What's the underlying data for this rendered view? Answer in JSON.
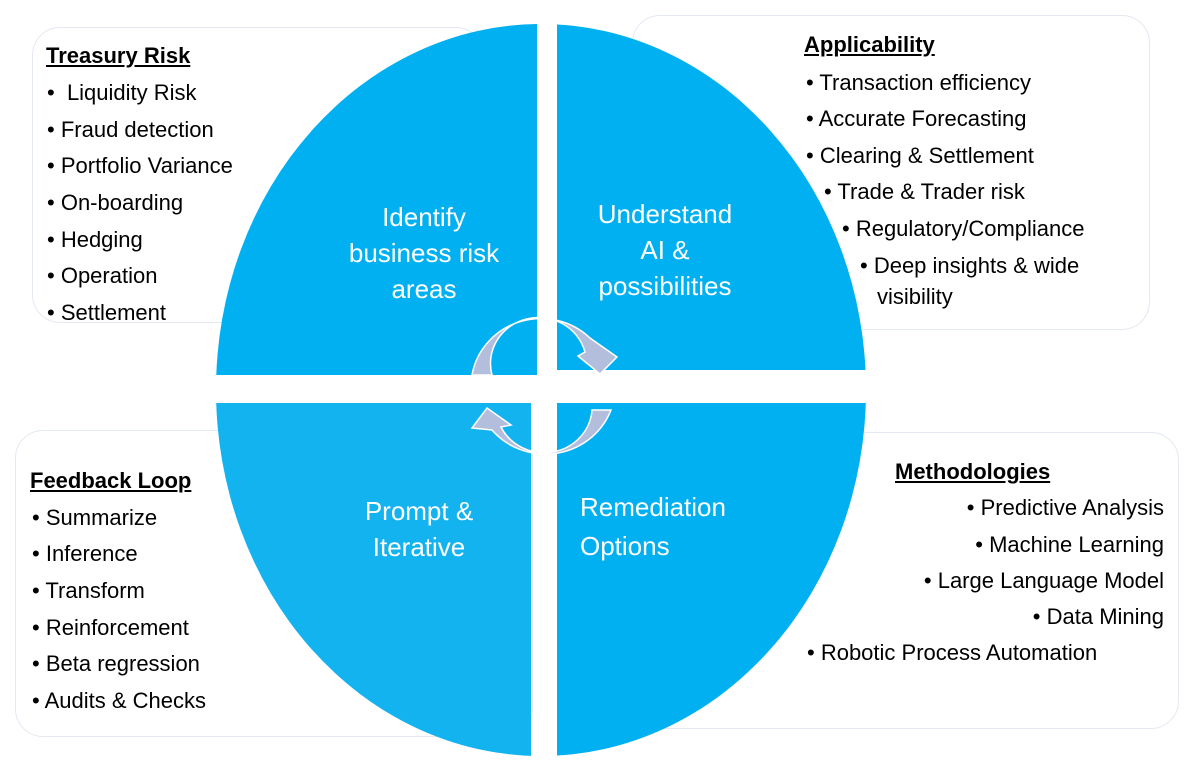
{
  "colors": {
    "quadrant": "#00b0f0",
    "quadrant_light": "#12b3ef",
    "arrow": "#b3bddc",
    "box_border": "#e3e8f2"
  },
  "quadrants": {
    "top_left": [
      "Identify",
      "business risk",
      "areas"
    ],
    "top_right": [
      "Understand",
      "AI &",
      "possibilities"
    ],
    "bottom_left": [
      "Prompt &",
      "Iterative"
    ],
    "bottom_right": [
      "Remediation",
      "Options"
    ]
  },
  "treasury": {
    "title": "Treasury Risk",
    "items": [
      "Liquidity Risk",
      "Fraud detection",
      "Portfolio Variance",
      "On-boarding",
      "Hedging",
      "Operation",
      "Settlement"
    ]
  },
  "applicability": {
    "title": "Applicability",
    "items": [
      "Transaction efficiency",
      "Accurate Forecasting",
      "Clearing & Settlement",
      "Trade & Trader risk",
      "Regulatory/Compliance",
      "Deep insights & wide",
      "visibility"
    ]
  },
  "feedback": {
    "title": "Feedback Loop",
    "items": [
      "Summarize",
      "Inference",
      "Transform",
      "Reinforcement",
      "Beta regression",
      "Audits & Checks"
    ]
  },
  "methodologies": {
    "title": "Methodologies",
    "items": [
      "Predictive Analysis",
      "Machine Learning",
      "Large Language Model",
      "Data Mining",
      "Robotic Process Automation"
    ]
  },
  "bullet": "•"
}
